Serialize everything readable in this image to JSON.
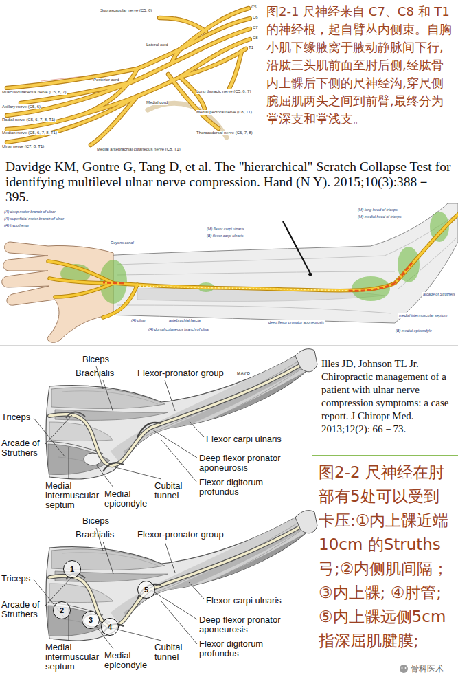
{
  "diagram": {
    "nodes": [
      {
        "text": [
          "1"
        ]
      },
      {
        "text": [
          "2"
        ]
      },
      {
        "text": [
          "3"
        ]
      },
      {
        "text": [
          "4"
        ]
      },
      {
        "text": [
          "5"
        ]
      }
    ],
    "labels": [
      "图2-1 尺神经来自 C7、C8 和 T1 的神经根，起自臂丛内侧束。自胸小肌下缘腋窝于腋动静脉间下行,沿肱三头肌前面至肘后侧,经肱骨内上髁后下侧的尺神经沟,穿尺侧腕屈肌两头之间到前臂,最终分为掌深支和掌浅支。",
      "Davidge KM, Gontre G, Tang D, et al. The \"hierarchical\" Scratch Collapse Test for identifying multilevel ulnar nerve compression. Hand (N Y). 2015;10(3):388－395.",
      "C5",
      "C6",
      "C7",
      "C8",
      "T1",
      "Suprascapular nerve (C5, 6)",
      "Lateral cord",
      "Posterior cord",
      "Medial cord",
      "Long thoracic nerve (C5, 6, 7)",
      "Medial pectoral nerve (C8, T1)",
      "Musculocutaneous nerve (C5, 6, 7)",
      "Axillary nerve (C5, 6)",
      "Radial nerve (C5, 6, 7, 8, T1)",
      "Median nerve (C5, 6, 7, 8, T1)",
      "Ulnar nerve (C7, 8, T1)",
      "Medial antebrachial cutaneous nerve (C8, T1)",
      "Thoracodorsal nerve (C6, 7, 8)",
      "(M) long head of triceps",
      "(M) medial head of triceps",
      "(M) flexor carpi ulnaris",
      "(B) flexor carpi ulnaris",
      "arcade of Struthers",
      "medial intermuscular septum",
      "(B) medial epicondyle",
      "(A) ulnar",
      "antebrachial fascia",
      "(A) dorsal cutaneous branch of ulnar",
      "deep flexor pronator aponeurosis",
      "(A) deep motor branch of ulnar",
      "(A) superficial motor branch of ulnar",
      "(A) hypothenar",
      "Guyons canal",
      "Illes JD, Johnson TL Jr. Chiropractic management of a patient with ulnar nerve compression symptoms: a case report. J Chiropr Med. 2013;12(2): 66－73.",
      "图2-2 尺神经在肘部有5处可以受到卡压:①内上髁近端10cm 的Struths弓;②内侧肌间隔；③内上髁; ④肘管; ⑤内上髁远侧5cm指深屈肌腱膜;",
      "Biceps",
      "Brachialis",
      "MAYO",
      "Triceps",
      "Flexor-pronator group",
      "Arcade of Struthers",
      "Flexor carpi ulnaris",
      "Deep flexor pronator aponeurosis",
      "Medial intermuscular septum",
      "Medial epicondyle",
      "Cubital tunnel",
      "Flexor digitorum profundus",
      "Biceps",
      "Brachialis",
      "Flexor-pronator group",
      "Triceps",
      "Arcade of Struthers",
      "Flexor carpi ulnaris",
      "Medial intermuscular septum",
      "Deep flexor pronator aponeurosis",
      "Medial epicondyle",
      "Cubital tunnel",
      "Flexor digitorum profundus",
      "骨科医术"
    ]
  }
}
